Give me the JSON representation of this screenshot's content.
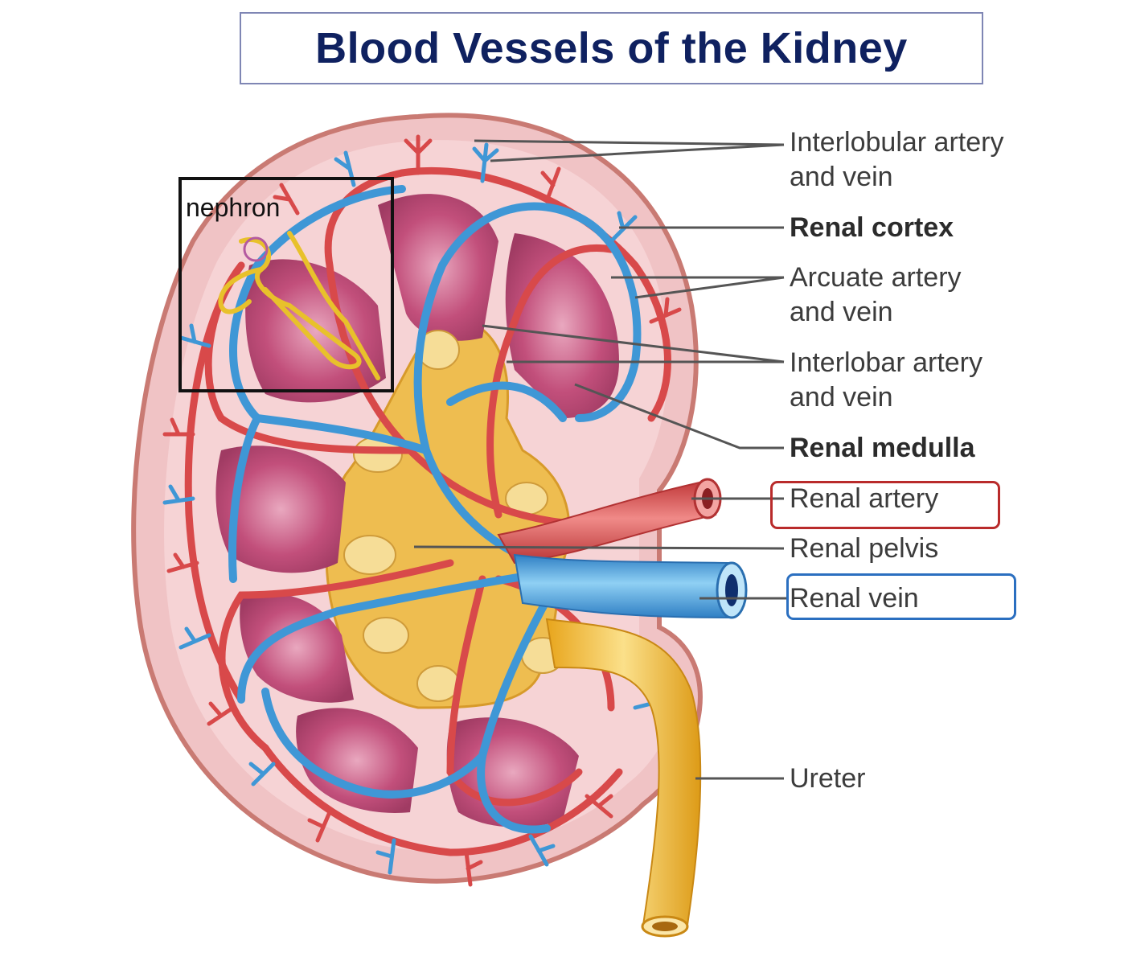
{
  "title": "Blood Vessels of the Kidney",
  "nephron_label": "nephron",
  "labels": {
    "interlobular_1": "Interlobular artery",
    "interlobular_2": "and vein",
    "renal_cortex": "Renal cortex",
    "arcuate_1": "Arcuate artery",
    "arcuate_2": "and vein",
    "interlobar_1": "Interlobar artery",
    "interlobar_2": "and vein",
    "renal_medulla": "Renal medulla",
    "renal_artery": "Renal artery",
    "renal_pelvis": "Renal pelvis",
    "renal_vein": "Renal vein",
    "ureter": "Ureter"
  },
  "colors": {
    "title": "#0f2160",
    "artery": "#d8494a",
    "vein": "#3f97d6",
    "cortex": "#f2c8cb",
    "medulla": "#b8406a",
    "pelvis": "#e8b73a",
    "artery_highlight": "#b92b2b",
    "vein_highlight": "#2b6fc0"
  }
}
